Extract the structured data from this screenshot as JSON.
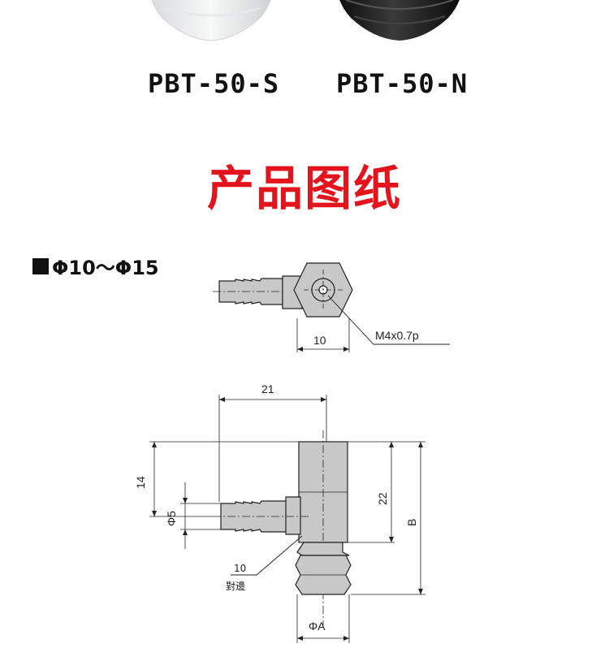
{
  "products": {
    "left_model": "PBT-50-S",
    "right_model": "PBT-50-N"
  },
  "section_title": "产品图纸",
  "size_range": "Φ10～Φ15",
  "drawing": {
    "top_view": {
      "hex_width": "10",
      "thread_label": "M4x0.7p"
    },
    "side_view": {
      "width_total": "21",
      "height_upper": "14",
      "barb_diameter": "Φ5",
      "body_height": "22",
      "overall_height": "B",
      "across_flats_value": "10",
      "across_flats_label": "對邊",
      "cup_diameter": "ΦA"
    }
  },
  "colors": {
    "title": "#e3141c",
    "part_fill": "#c8c8c8",
    "line": "#222222"
  }
}
